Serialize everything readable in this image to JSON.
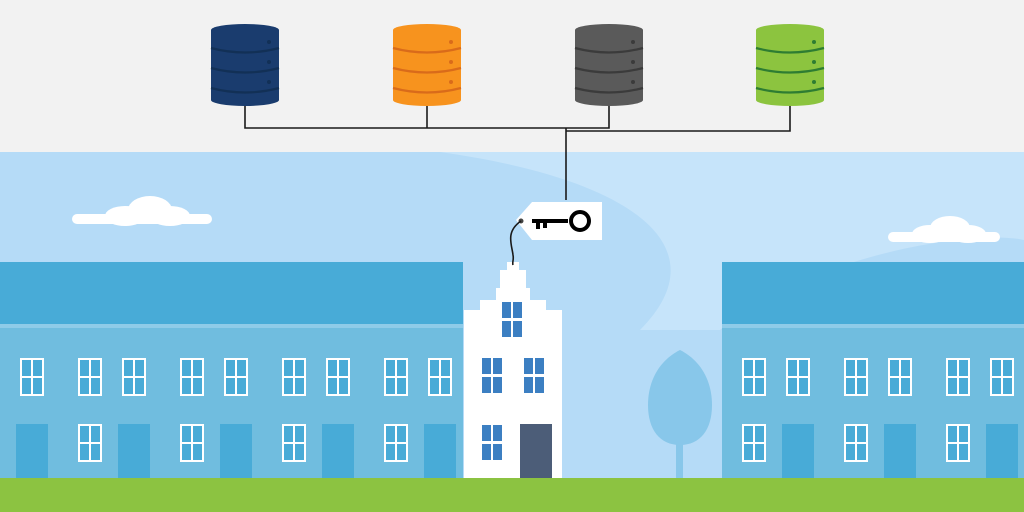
{
  "colors": {
    "background": "#f2f2f2",
    "sky": "#b5dbf7",
    "sky_swoosh": "#c6e4fa",
    "cloud": "#ffffff",
    "roof": "#48abd7",
    "facade": "#70bddf",
    "window_frame": "#ffffff",
    "window_pane": "#48abd7",
    "door": "#48abd7",
    "house_wall": "#ffffff",
    "house_window": "#3c7fc2",
    "house_door": "#4c5d78",
    "tree": "#88c7ea",
    "grass": "#8cc341",
    "wire": "#1a1a1a",
    "key_tag": "#ffffff",
    "key": "#000000"
  },
  "databases": [
    {
      "name": "database-navy",
      "color": "#1a3c6e",
      "line": "#123056"
    },
    {
      "name": "database-orange",
      "color": "#f7931e",
      "line": "#d96b1a"
    },
    {
      "name": "database-gray",
      "color": "#5a5a5a",
      "line": "#3b3b3b"
    },
    {
      "name": "database-green",
      "color": "#8cc43f",
      "line": "#2e7d32"
    }
  ],
  "icons": {
    "key": "key-icon",
    "tag": "tag-icon",
    "database": "database-icon"
  }
}
